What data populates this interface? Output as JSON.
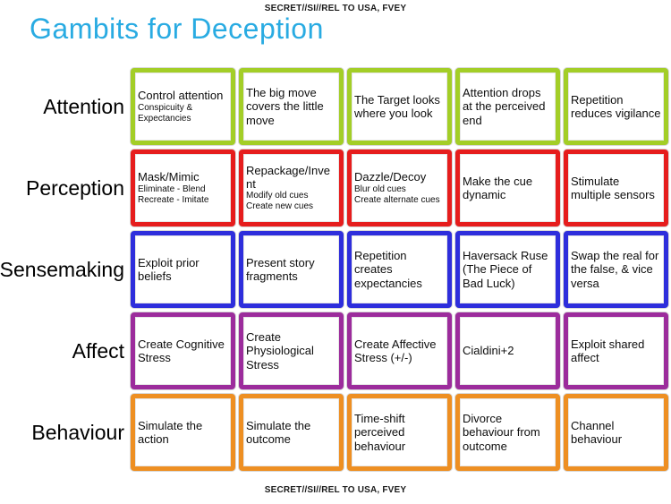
{
  "classification": {
    "top": "SECRET//SI//REL TO USA, FVEY",
    "bottom": "SECRET//SI//REL TO USA, FVEY"
  },
  "title": {
    "text": "Gambits for Deception",
    "color": "#29ABE2"
  },
  "matrix": {
    "rows": [
      {
        "label": "Attention",
        "color": "#A3CE27",
        "cells": [
          {
            "main": "Control attention",
            "sub": "Conspicuity &\nExpectancies"
          },
          {
            "main": "The big move covers the little move"
          },
          {
            "main": "The Target looks where you look"
          },
          {
            "main": "Attention drops at the perceived end"
          },
          {
            "main": "Repetition reduces vigilance"
          }
        ]
      },
      {
        "label": "Perception",
        "color": "#E61D1D",
        "cells": [
          {
            "main": "Mask/Mimic",
            "sub": "Eliminate - Blend\nRecreate - Imitate"
          },
          {
            "main": "Repackage/Invent",
            "sub": "Modify old cues\nCreate new cues"
          },
          {
            "main": "Dazzle/Decoy",
            "sub": "Blur old cues\nCreate alternate cues"
          },
          {
            "main": "Make the cue dynamic"
          },
          {
            "main": "Stimulate multiple sensors"
          }
        ]
      },
      {
        "label": "Sensemaking",
        "color": "#2E2EDC",
        "cells": [
          {
            "main": "Exploit prior beliefs"
          },
          {
            "main": "Present story fragments"
          },
          {
            "main": "Repetition creates expectancies"
          },
          {
            "main": "Haversack Ruse (The Piece of Bad Luck)"
          },
          {
            "main": "Swap the real for the false, & vice versa"
          }
        ]
      },
      {
        "label": "Affect",
        "color": "#9C2C9C",
        "cells": [
          {
            "main": "Create Cognitive Stress"
          },
          {
            "main": "Create Physiological Stress"
          },
          {
            "main": "Create Affective Stress (+/-)"
          },
          {
            "main": "Cialdini+2"
          },
          {
            "main": "Exploit shared affect"
          }
        ]
      },
      {
        "label": "Behaviour",
        "color": "#EE8F22",
        "cells": [
          {
            "main": "Simulate the action"
          },
          {
            "main": "Simulate the outcome"
          },
          {
            "main": "Time-shift perceived behaviour"
          },
          {
            "main": "Divorce behaviour from outcome"
          },
          {
            "main": "Channel behaviour"
          }
        ]
      }
    ]
  }
}
